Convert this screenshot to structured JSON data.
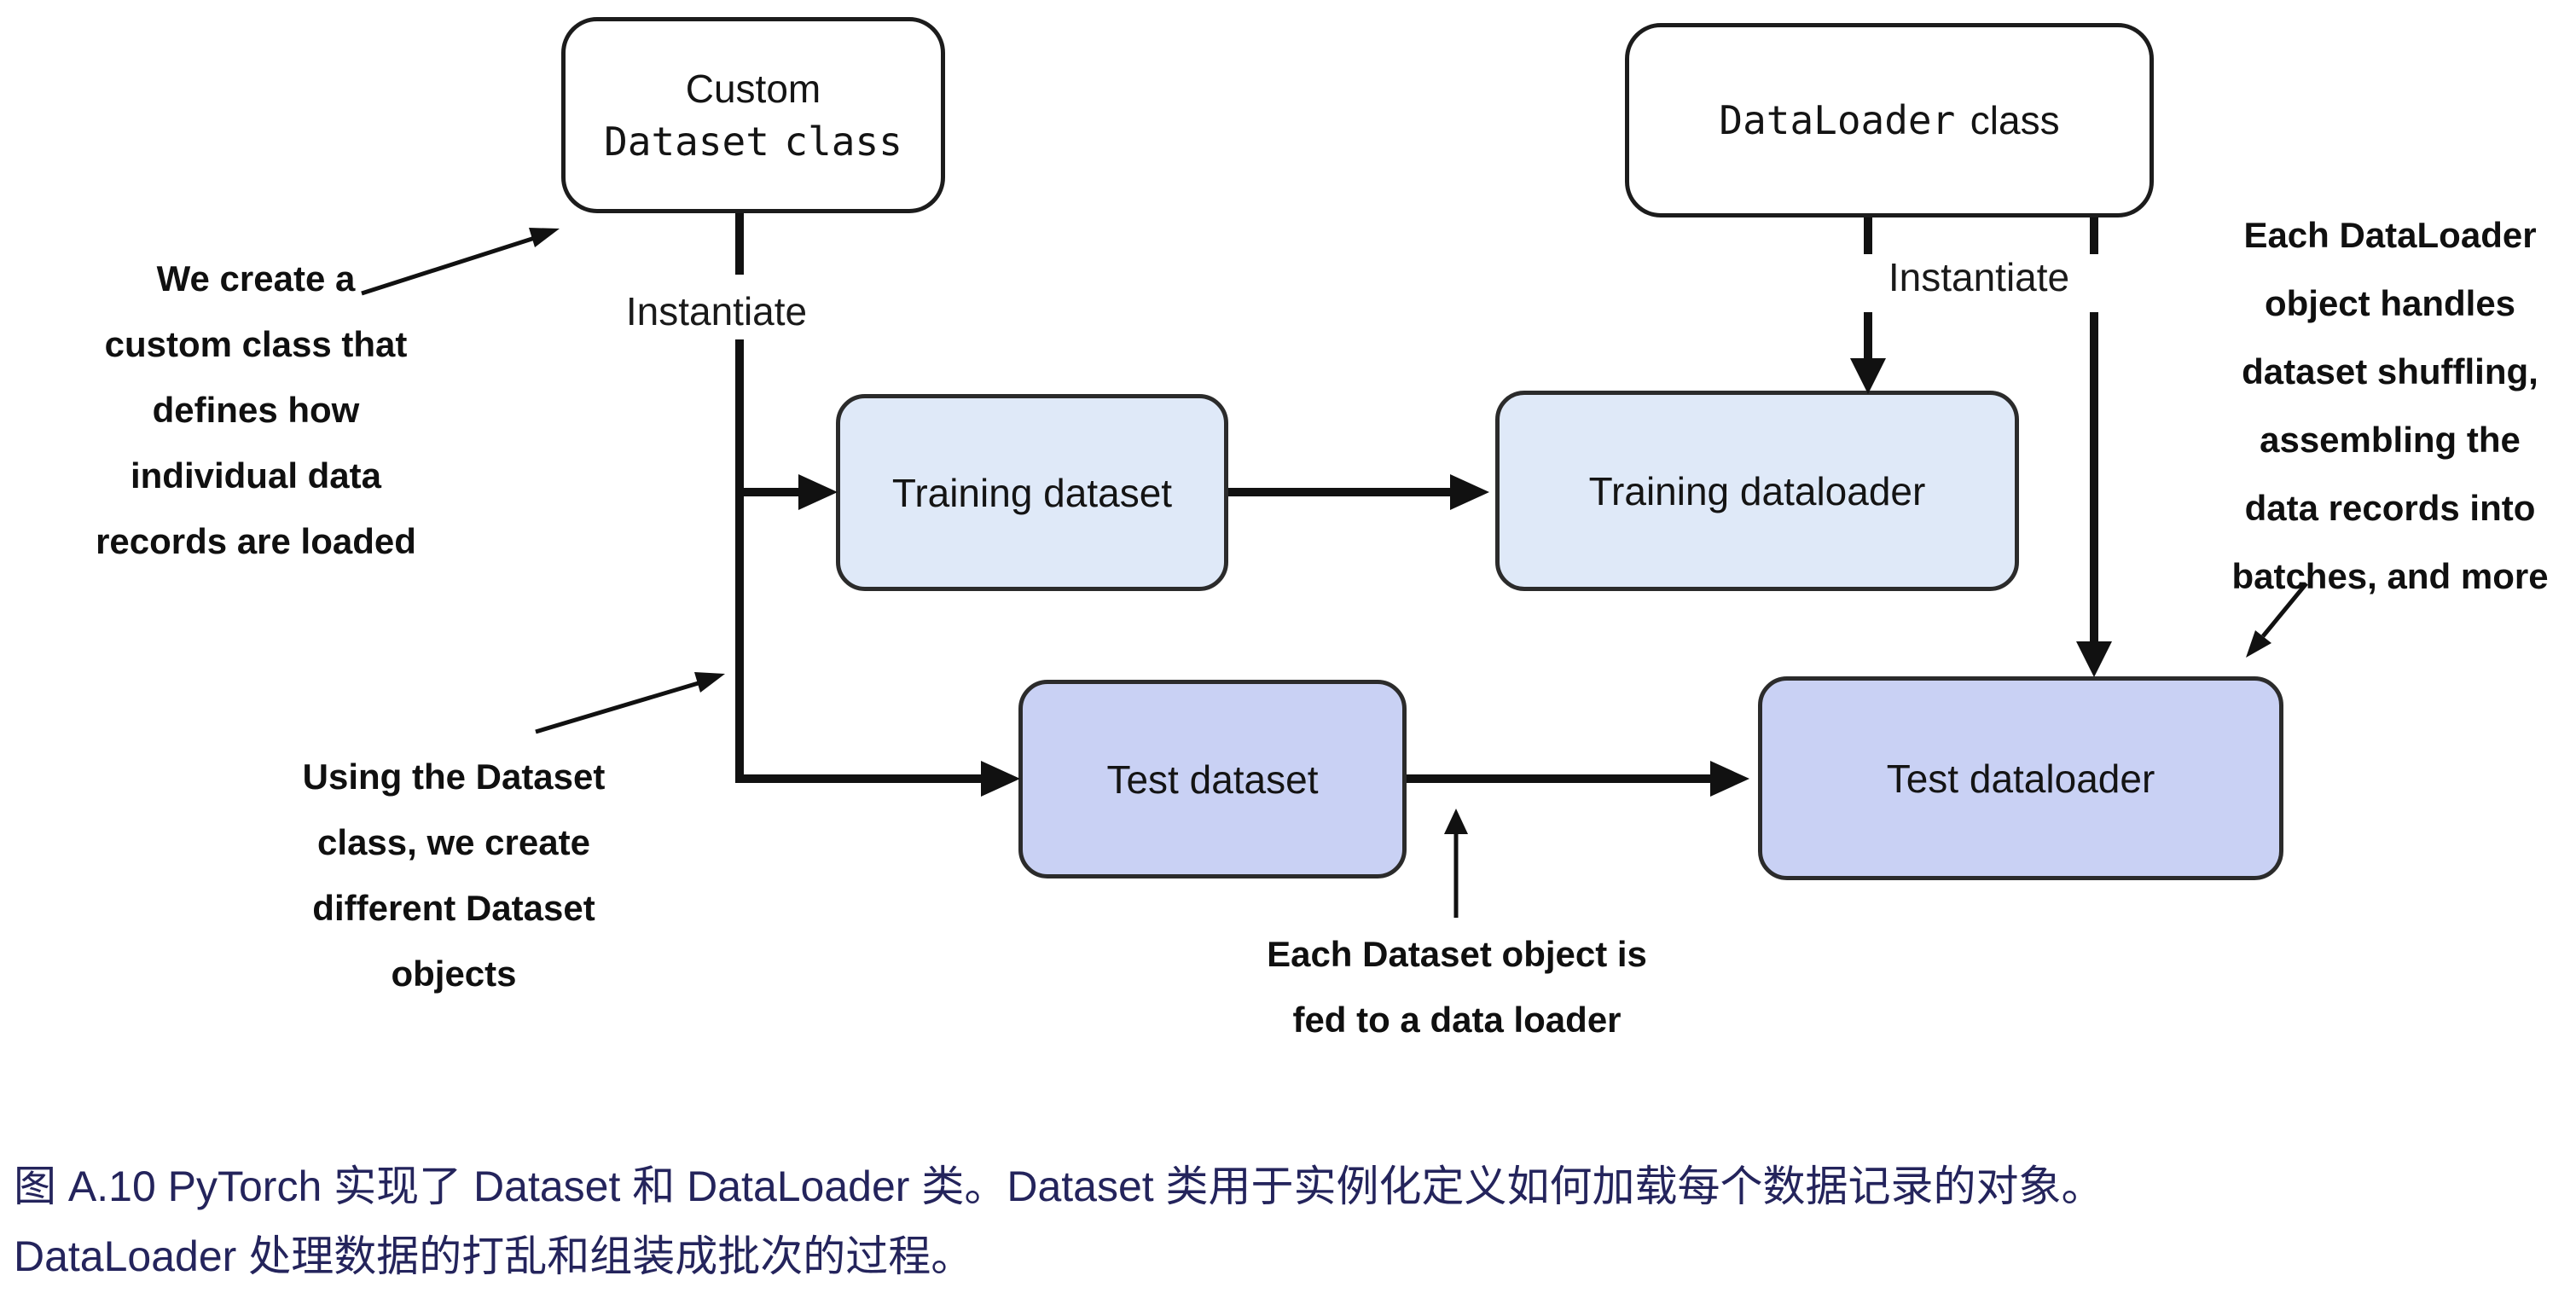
{
  "boxes": {
    "custom_dataset": {
      "line1": "Custom",
      "code": "Dataset",
      "suffix": "class",
      "fill": "#ffffff"
    },
    "dataloader": {
      "code": "DataLoader",
      "suffix": "class",
      "fill": "#ffffff"
    },
    "training_dataset": {
      "label": "Training dataset",
      "fill": "#dfe9f8"
    },
    "training_dataloader": {
      "label": "Training dataloader",
      "fill": "#dfe9f8"
    },
    "test_dataset": {
      "label": "Test dataset",
      "fill": "#c9d1f4"
    },
    "test_dataloader": {
      "label": "Test dataloader",
      "fill": "#c9d1f4"
    }
  },
  "edge_labels": {
    "instantiate_left": "Instantiate",
    "instantiate_right": "Instantiate"
  },
  "annotations": {
    "create_custom_class": {
      "lines": [
        "We create a",
        "custom class that",
        "defines how",
        "individual data",
        "records are loaded"
      ]
    },
    "using_dataset_class": {
      "lines": [
        "Using the Dataset",
        "class, we create",
        "different Dataset",
        "objects"
      ]
    },
    "dataset_fed": {
      "lines": [
        "Each Dataset object is",
        "fed to a data loader"
      ]
    },
    "dataloader_handles": {
      "lines": [
        "Each DataLoader",
        "object handles",
        "dataset shuffling,",
        "assembling the",
        "data records into",
        "batches, and more"
      ]
    }
  },
  "caption": {
    "lines": [
      "图 A.10 PyTorch 实现了 Dataset 和 DataLoader 类。Dataset 类用于实例化定义如何加载每个数据记录的对象。",
      "DataLoader 处理数据的打乱和组装成批次的过程。"
    ],
    "color": "#24245c"
  },
  "colors": {
    "connector": "#111111",
    "light_blue_fill": "#dfe9f8",
    "periwinkle_fill": "#c9d1f4",
    "box_border": "#1c1c1c"
  }
}
